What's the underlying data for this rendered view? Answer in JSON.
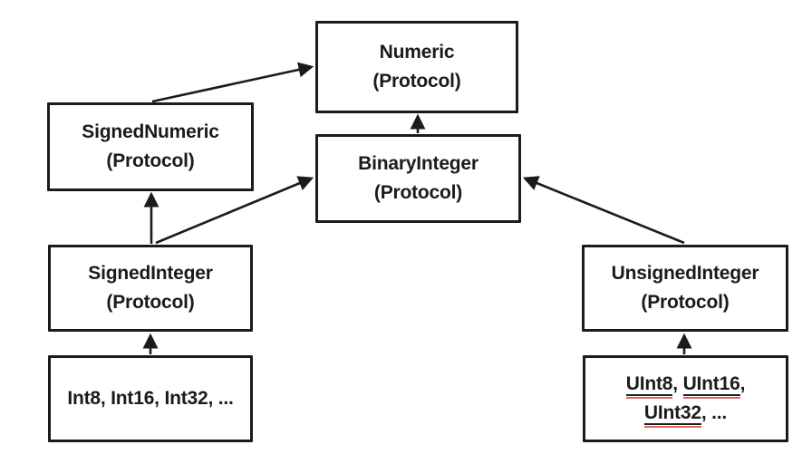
{
  "diagram": {
    "description": "Swift numeric protocol hierarchy diagram",
    "colors": {
      "background": "#ffffff",
      "stroke": "#1b1b1b",
      "text": "#1b1b1b",
      "underline_black": "#1d1d1d",
      "underline_red": "#e0695a"
    },
    "nodes": {
      "numeric": {
        "title": "Numeric",
        "subtitle": "(Protocol)"
      },
      "signed_numeric": {
        "title": "SignedNumeric",
        "subtitle": "(Protocol)"
      },
      "binary_integer": {
        "title": "BinaryInteger",
        "subtitle": "(Protocol)"
      },
      "signed_integer": {
        "title": "SignedInteger",
        "subtitle": "(Protocol)"
      },
      "unsigned_integer": {
        "title": "UnsignedInteger",
        "subtitle": "(Protocol)"
      },
      "int_types": {
        "label": "Int8, Int16, Int32, ..."
      },
      "uint_types": {
        "line1_segments": [
          {
            "text": "UInt8",
            "underline": true
          },
          {
            "text": ", ",
            "underline": false
          },
          {
            "text": "UInt16",
            "underline": true
          },
          {
            "text": ",",
            "underline": false
          }
        ],
        "line2_segments": [
          {
            "text": "UInt32",
            "underline": true
          },
          {
            "text": ", ...",
            "underline": false
          }
        ]
      }
    },
    "edges": [
      {
        "from": "SignedNumeric",
        "to": "Numeric"
      },
      {
        "from": "BinaryInteger",
        "to": "Numeric"
      },
      {
        "from": "SignedInteger",
        "to": "SignedNumeric"
      },
      {
        "from": "SignedInteger",
        "to": "BinaryInteger"
      },
      {
        "from": "UnsignedInteger",
        "to": "BinaryInteger"
      },
      {
        "from": "Int8, Int16, Int32, ...",
        "to": "SignedInteger"
      },
      {
        "from": "UInt8, UInt16, UInt32, ...",
        "to": "UnsignedInteger"
      }
    ]
  }
}
